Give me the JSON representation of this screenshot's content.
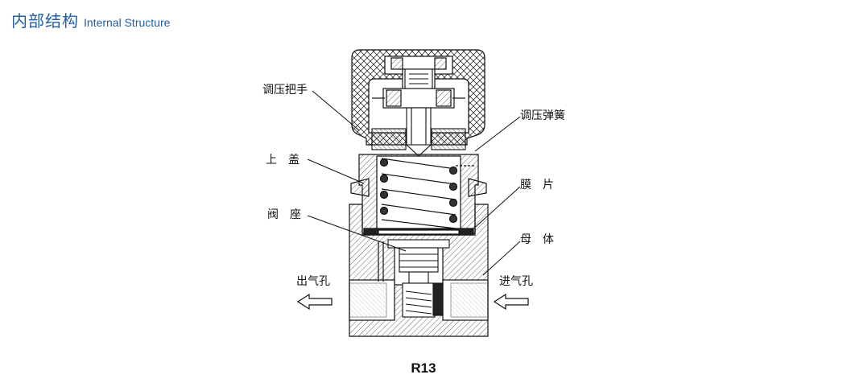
{
  "header": {
    "title_cn": "内部结构",
    "title_en": "Internal Structure"
  },
  "labels": {
    "handle": "调压把手",
    "spring": "调压弹簧",
    "upper_cover": "上　盖",
    "diaphragm": "膜　片",
    "valve_seat": "阀　座",
    "body": "母　体",
    "outlet": "出气孔",
    "inlet": "进气孔"
  },
  "model": "R13",
  "colors": {
    "accent": "#1f5fa8",
    "line": "#111111"
  }
}
